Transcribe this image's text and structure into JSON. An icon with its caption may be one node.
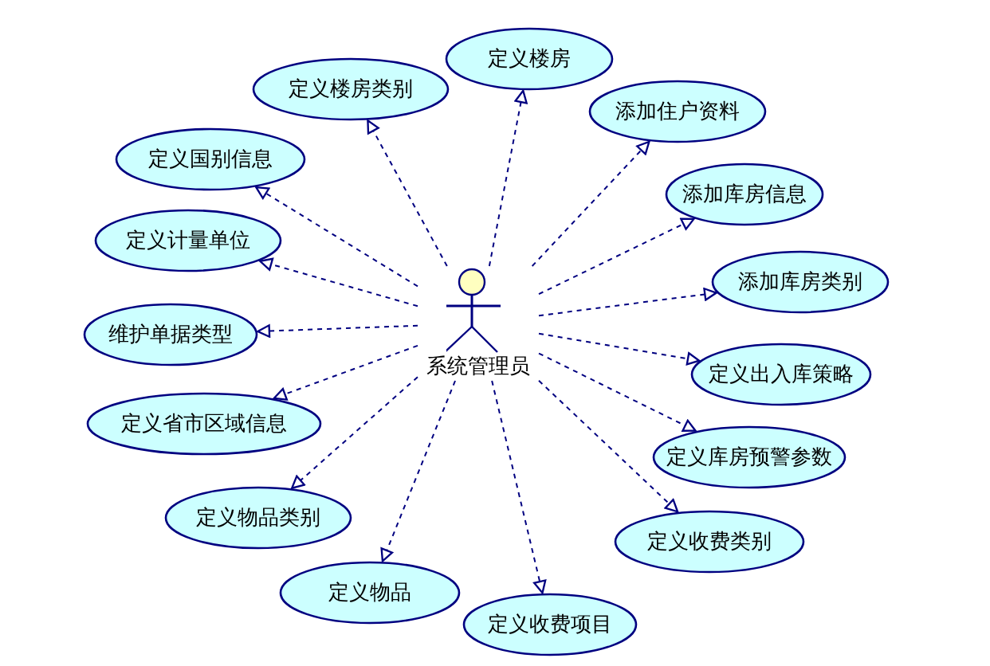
{
  "diagram": {
    "nodes": [
      {
        "text": [
          "系统管理员"
        ]
      },
      {
        "text": [
          "定义楼房"
        ]
      },
      {
        "text": [
          "定义楼房类别"
        ]
      },
      {
        "text": [
          "添加住户资料"
        ]
      },
      {
        "text": [
          "定义国别信息"
        ]
      },
      {
        "text": [
          "添加库房信息"
        ]
      },
      {
        "text": [
          "定义计量单位"
        ]
      },
      {
        "text": [
          "添加库房类别"
        ]
      },
      {
        "text": [
          "维护单据类型"
        ]
      },
      {
        "text": [
          "定义出入库策略"
        ]
      },
      {
        "text": [
          "定义省市区域信息"
        ]
      },
      {
        "text": [
          "定义库房预警参数"
        ]
      },
      {
        "text": [
          "定义物品类别"
        ]
      },
      {
        "text": [
          "定义收费类别"
        ]
      },
      {
        "text": [
          "定义物品"
        ]
      },
      {
        "text": [
          "定义收费项目"
        ]
      }
    ],
    "edges": [
      {
        "from": 0,
        "to": 1,
        "arrow": "to",
        "style": "dashed"
      },
      {
        "from": 0,
        "to": 2,
        "arrow": "to",
        "style": "dashed"
      },
      {
        "from": 0,
        "to": 3,
        "arrow": "to",
        "style": "dashed"
      },
      {
        "from": 0,
        "to": 4,
        "arrow": "to",
        "style": "dashed"
      },
      {
        "from": 0,
        "to": 5,
        "arrow": "to",
        "style": "dashed"
      },
      {
        "from": 0,
        "to": 6,
        "arrow": "to",
        "style": "dashed"
      },
      {
        "from": 0,
        "to": 7,
        "arrow": "to",
        "style": "dashed"
      },
      {
        "from": 0,
        "to": 8,
        "arrow": "to",
        "style": "dashed"
      },
      {
        "from": 0,
        "to": 9,
        "arrow": "to",
        "style": "dashed"
      },
      {
        "from": 0,
        "to": 10,
        "arrow": "to",
        "style": "dashed"
      },
      {
        "from": 0,
        "to": 11,
        "arrow": "to",
        "style": "dashed"
      },
      {
        "from": 0,
        "to": 12,
        "arrow": "to",
        "style": "dashed"
      },
      {
        "from": 0,
        "to": 13,
        "arrow": "to",
        "style": "dashed"
      },
      {
        "from": 0,
        "to": 14,
        "arrow": "to",
        "style": "dashed"
      },
      {
        "from": 0,
        "to": 15,
        "arrow": "to",
        "style": "dashed"
      }
    ]
  }
}
